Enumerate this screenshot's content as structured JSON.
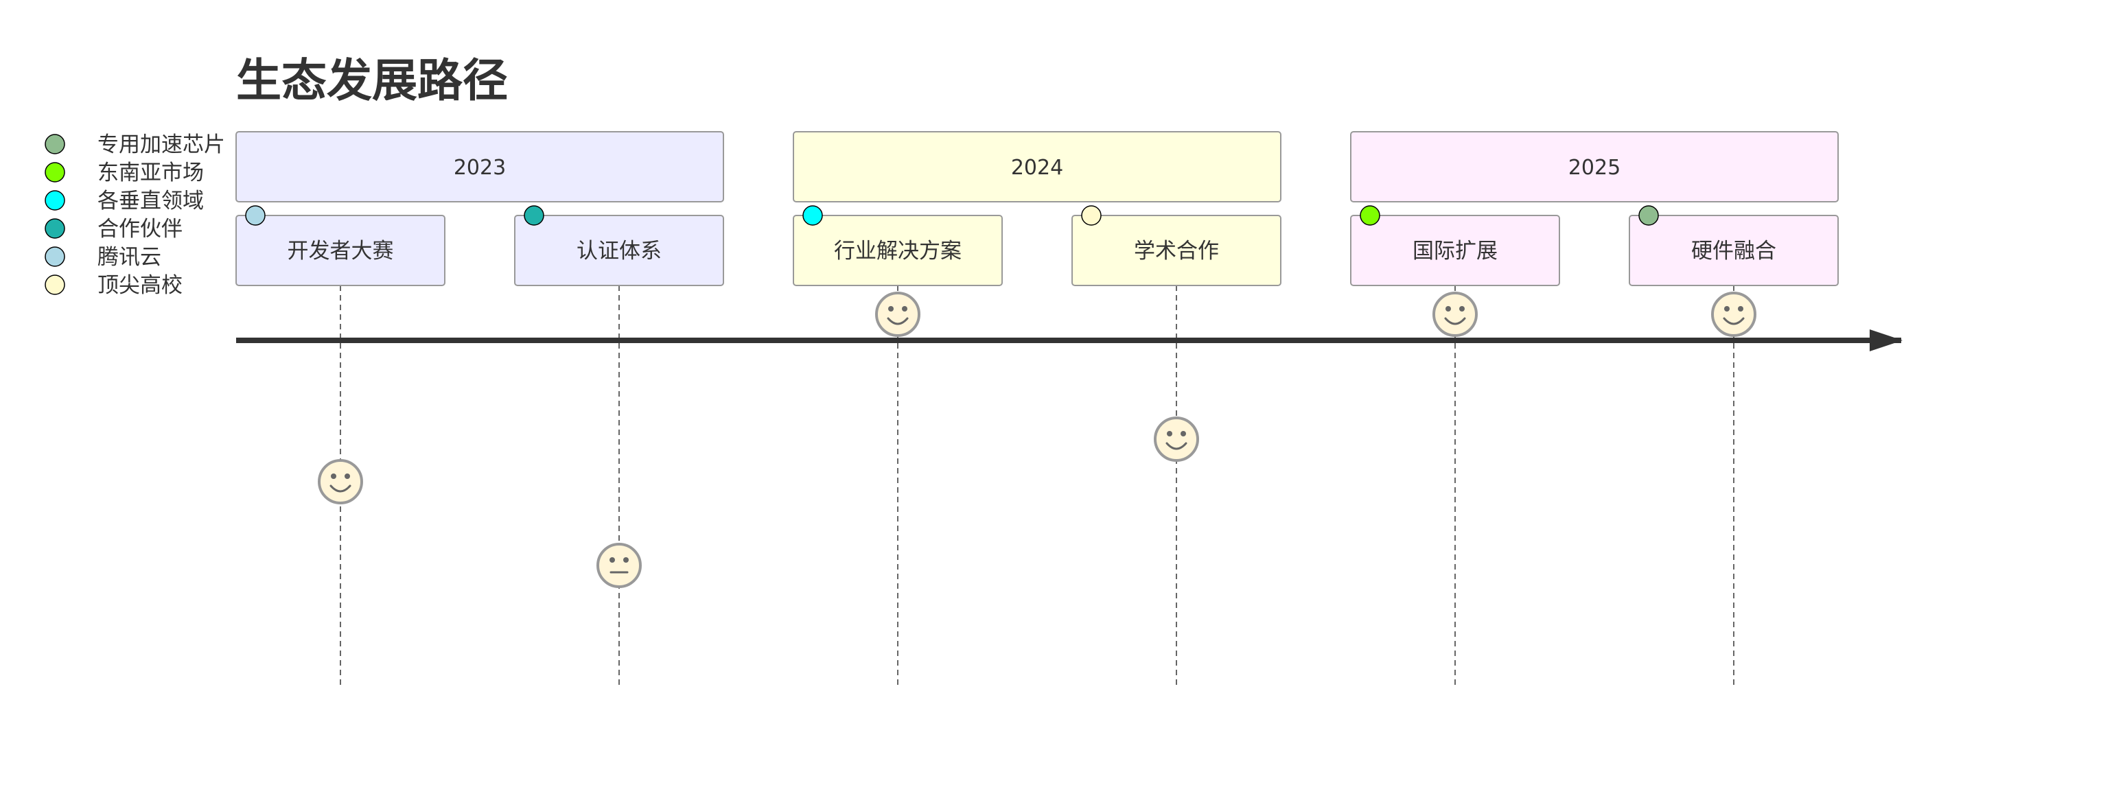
{
  "title": "生态发展路径",
  "actors": [
    {
      "name": "专用加速芯片",
      "color": "#8fbc8f"
    },
    {
      "name": "东南亚市场",
      "color": "#7fff00"
    },
    {
      "name": "各垂直领域",
      "color": "#00ffff"
    },
    {
      "name": "合作伙伴",
      "color": "#20b2aa"
    },
    {
      "name": "腾讯云",
      "color": "#add8e6"
    },
    {
      "name": "顶尖高校",
      "color": "#fffacd"
    }
  ],
  "sections": [
    {
      "label": "2023",
      "fill": "#ececff"
    },
    {
      "label": "2024",
      "fill": "#ffffde"
    },
    {
      "label": "2025",
      "fill": "#ffeefe"
    }
  ],
  "tasks": [
    {
      "label": "开发者大赛",
      "section": 0,
      "actor": 4,
      "score": 3,
      "mood": "happy"
    },
    {
      "label": "认证体系",
      "section": 0,
      "actor": 3,
      "score": 2,
      "mood": "neutral"
    },
    {
      "label": "行业解决方案",
      "section": 1,
      "actor": 2,
      "score": 5,
      "mood": "happy"
    },
    {
      "label": "学术合作",
      "section": 1,
      "actor": 5,
      "score": 4,
      "mood": "happy"
    },
    {
      "label": "国际扩展",
      "section": 2,
      "actor": 1,
      "score": 5,
      "mood": "happy"
    },
    {
      "label": "硬件融合",
      "section": 2,
      "actor": 0,
      "score": 5,
      "mood": "happy"
    }
  ],
  "colors": {
    "text": "#333333",
    "box_stroke": "#999999",
    "axis": "#333333",
    "face_fill": "#fff5d8",
    "face_stroke": "#999999",
    "face_feature": "#666666"
  }
}
